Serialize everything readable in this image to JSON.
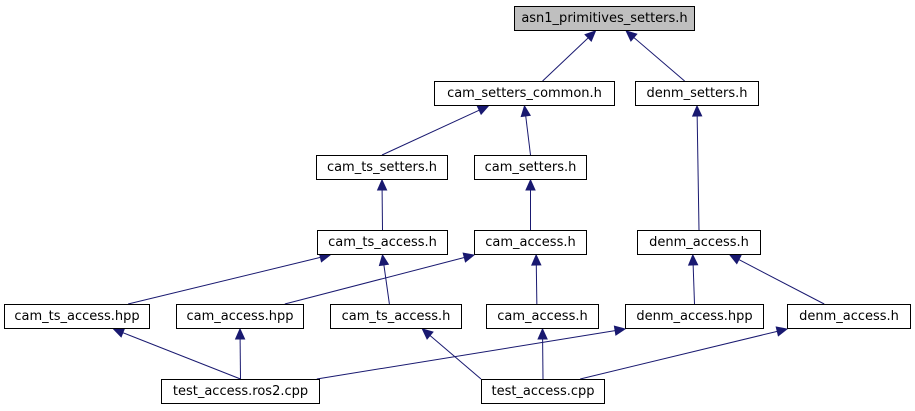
{
  "nodes": {
    "asn1_primitives_setters_h": "asn1_primitives_setters.h",
    "cam_setters_common_h": "cam_setters_common.h",
    "denm_setters_h": "denm_setters.h",
    "cam_ts_setters_h": "cam_ts_setters.h",
    "cam_setters_h": "cam_setters.h",
    "cam_ts_access_h": "cam_ts_access.h",
    "cam_access_h": "cam_access.h",
    "denm_access_h": "denm_access.h",
    "cam_ts_access_hpp": "cam_ts_access.hpp",
    "cam_access_hpp": "cam_access.hpp",
    "cam_ts_access_h_2": "cam_ts_access.h",
    "cam_access_h_2": "cam_access.h",
    "denm_access_hpp": "denm_access.hpp",
    "denm_access_h_2": "denm_access.h",
    "test_access_ros2_cpp": "test_access.ros2.cpp",
    "test_access_cpp": "test_access.cpp"
  },
  "edges": [
    [
      "cam_setters_common_h",
      "asn1_primitives_setters_h"
    ],
    [
      "denm_setters_h",
      "asn1_primitives_setters_h"
    ],
    [
      "cam_ts_setters_h",
      "cam_setters_common_h"
    ],
    [
      "cam_setters_h",
      "cam_setters_common_h"
    ],
    [
      "cam_ts_access_h",
      "cam_ts_setters_h"
    ],
    [
      "cam_access_h",
      "cam_setters_h"
    ],
    [
      "denm_access_h",
      "denm_setters_h"
    ],
    [
      "cam_ts_access_hpp",
      "cam_ts_access_h"
    ],
    [
      "cam_ts_access_h_2",
      "cam_ts_access_h"
    ],
    [
      "cam_access_hpp",
      "cam_access_h"
    ],
    [
      "cam_access_h_2",
      "cam_access_h"
    ],
    [
      "denm_access_hpp",
      "denm_access_h"
    ],
    [
      "denm_access_h_2",
      "denm_access_h"
    ],
    [
      "test_access_ros2_cpp",
      "cam_ts_access_hpp"
    ],
    [
      "test_access_ros2_cpp",
      "cam_access_hpp"
    ],
    [
      "test_access_ros2_cpp",
      "denm_access_hpp"
    ],
    [
      "test_access_cpp",
      "cam_ts_access_h_2"
    ],
    [
      "test_access_cpp",
      "cam_access_h_2"
    ],
    [
      "test_access_cpp",
      "denm_access_h_2"
    ]
  ],
  "colors": {
    "edge": "#191970",
    "root_fill": "#bfbfbf",
    "node_border": "#000000"
  }
}
